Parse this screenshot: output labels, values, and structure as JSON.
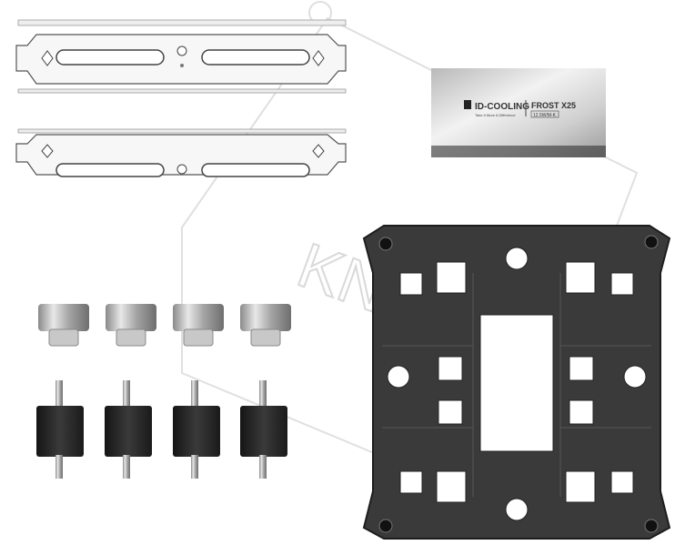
{
  "product": {
    "paste_brand": "ID-COOLING",
    "paste_tagline": "Take It More A Difference",
    "paste_model": "FROST X25",
    "paste_spec": "12.5W/M-K"
  },
  "watermark": "KNU",
  "colors": {
    "metal": "#e6e6e6",
    "plate": "#3c3c3c",
    "standoff": "#2b2b2b"
  }
}
